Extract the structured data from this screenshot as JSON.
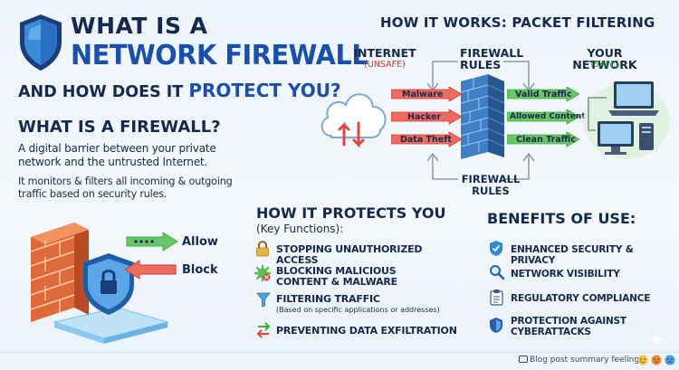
{
  "title": {
    "line1": "WHAT IS A",
    "line2": "NETWORK FIREWALL",
    "line3_prefix": "AND HOW DOES IT ",
    "line3_strong": "PROTECT YOU?"
  },
  "what": {
    "heading": "WHAT IS A FIREWALL?",
    "p1": "A digital barrier between your private network and the untrusted Internet.",
    "p2": "It monitors & filters all incoming & outgoing traffic based on security rules."
  },
  "allow_block": {
    "allow": "Allow",
    "block": "Block"
  },
  "works": {
    "heading": "HOW IT WORKS: PACKET FILTERING",
    "internet": "INTERNET",
    "internet_sub": "(UNSAFE)",
    "rules_top": "FIREWALL RULES",
    "rules_bottom": "FIREWALL RULES",
    "network": "YOUR NETWORK",
    "network_sub": "(SAFE)",
    "blocked": [
      "Malware",
      "Hacker",
      "Data Theft"
    ],
    "allowed": [
      "Valid Traffic",
      "Allowed Content",
      "Clean Traffic"
    ]
  },
  "protects": {
    "heading": "HOW IT PROTECTS YOU",
    "sub": "(Key Functions):",
    "items": [
      {
        "title": "STOPPING UNAUTHORIZED ACCESS"
      },
      {
        "title": "BLOCKING MALICIOUS CONTENT & MALWARE"
      },
      {
        "title": "FILTERING TRAFFIC",
        "note": "(Based on specific applications or addresses)"
      },
      {
        "title": "PREVENTING DATA EXFILTRATION"
      }
    ]
  },
  "benefits": {
    "heading": "BENEFITS OF USE:",
    "items": [
      "ENHANCED SECURITY & PRIVACY",
      "NETWORK VISIBILITY",
      "REGULATORY COMPLIANCE",
      "PROTECTION AGAINST CYBERATTACKS"
    ]
  },
  "footer": {
    "text": "Blog post summary feeling:"
  },
  "colors": {
    "navy": "#15284d",
    "brand_blue": "#1a4fae",
    "block_red": "#e0463c",
    "allow_green": "#3fae3a",
    "brick": "#e0693a"
  },
  "icons": [
    "shield-icon",
    "cloud-icon",
    "brick-wall-icon",
    "laptop-icon",
    "desktop-icon",
    "lock-icon",
    "virus-icon",
    "funnel-icon",
    "exchange-icon",
    "magnifier-icon",
    "clipboard-icon",
    "emoji-icon"
  ]
}
